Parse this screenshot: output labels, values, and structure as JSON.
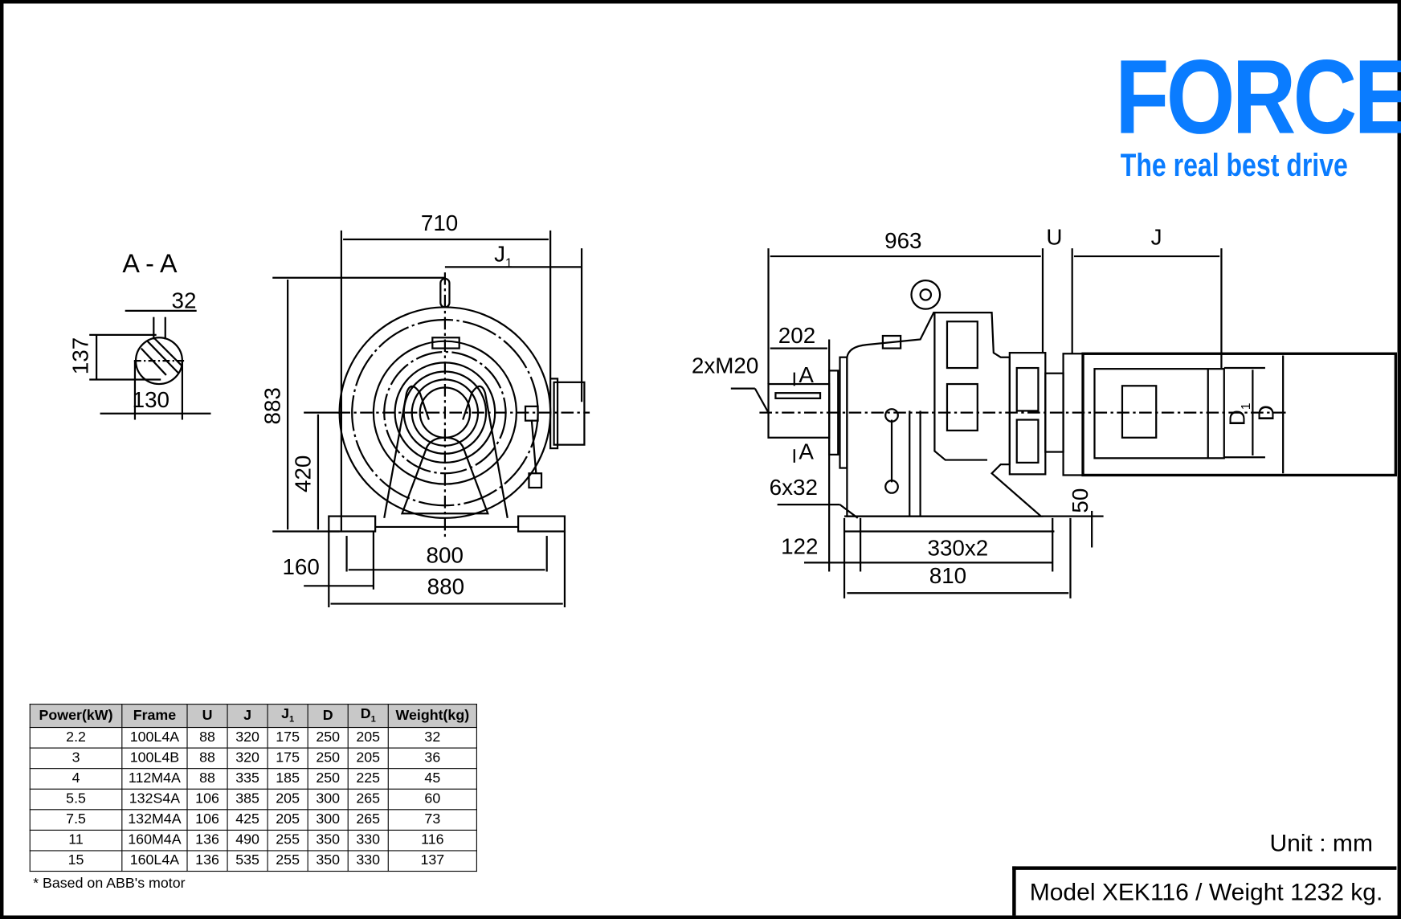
{
  "logo": {
    "brand": "FORCE",
    "tagline": "The real best drive",
    "color": "#0a7cff"
  },
  "section_view": {
    "title": "A - A",
    "dims": {
      "key_width": "32",
      "height": "137",
      "diameter": "130"
    }
  },
  "front_view": {
    "dims": {
      "width": "710",
      "j1": "J",
      "j1_sub": "1",
      "height": "883",
      "center_height": "420",
      "foot_width": "160",
      "bolt_span": "800",
      "base_width": "880"
    }
  },
  "side_view": {
    "dims": {
      "length": "963",
      "u": "U",
      "j": "J",
      "shaft": "202",
      "thread": "2xM20",
      "section_mark": "A",
      "holes": "6x32",
      "offset": "122",
      "bolt_spacing": "330x2",
      "base_length": "810",
      "foot_height": "50",
      "d1": "D",
      "d1_sub": "1",
      "d": "D"
    }
  },
  "table": {
    "headers": [
      "Power(kW)",
      "Frame",
      "U",
      "J",
      "J",
      "D",
      "D",
      "Weight(kg)"
    ],
    "header_subs": {
      "4": "1",
      "6": "1"
    },
    "rows": [
      [
        "2.2",
        "100L4A",
        "88",
        "320",
        "175",
        "250",
        "205",
        "32"
      ],
      [
        "3",
        "100L4B",
        "88",
        "320",
        "175",
        "250",
        "205",
        "36"
      ],
      [
        "4",
        "112M4A",
        "88",
        "335",
        "185",
        "250",
        "225",
        "45"
      ],
      [
        "5.5",
        "132S4A",
        "106",
        "385",
        "205",
        "300",
        "265",
        "60"
      ],
      [
        "7.5",
        "132M4A",
        "106",
        "425",
        "205",
        "300",
        "265",
        "73"
      ],
      [
        "11",
        "160M4A",
        "136",
        "490",
        "255",
        "350",
        "330",
        "116"
      ],
      [
        "15",
        "160L4A",
        "136",
        "535",
        "255",
        "350",
        "330",
        "137"
      ]
    ],
    "footnote": "* Based on ABB's motor"
  },
  "unit": "Unit : mm",
  "model": "Model XEK116 / Weight 1232 kg."
}
